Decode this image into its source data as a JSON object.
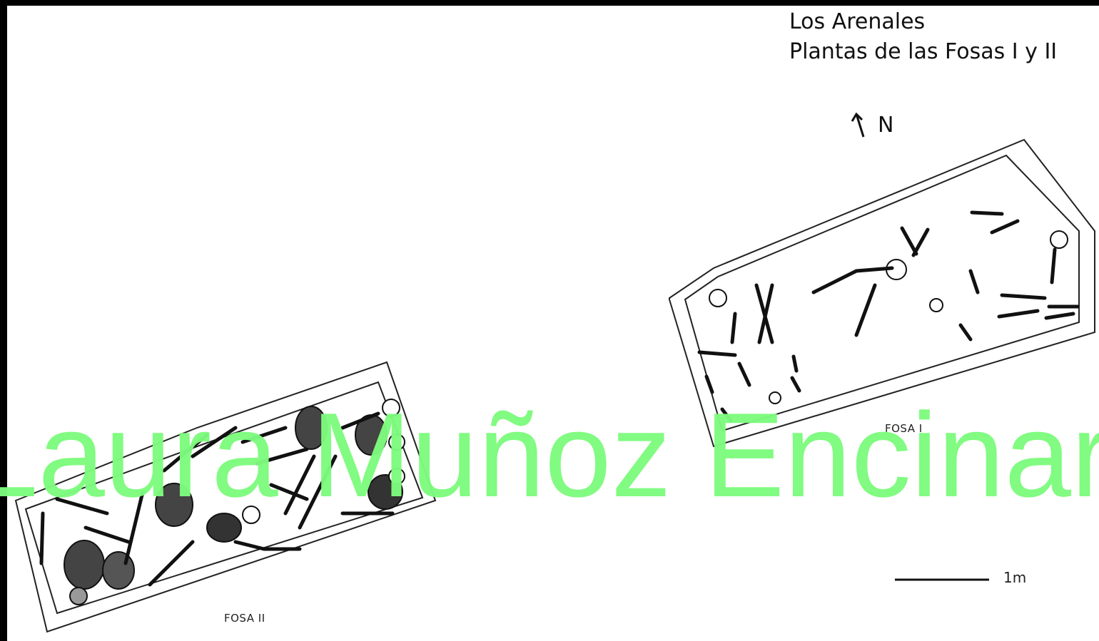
{
  "title": {
    "line1": "Los Arenales",
    "line2": "Plantas de las Fosas I y II"
  },
  "north_arrow": {
    "label": "N",
    "icon": "north-arrow-icon"
  },
  "pits": [
    {
      "label": "FOSA I"
    },
    {
      "label": "FOSA II"
    }
  ],
  "scale_bar": {
    "label": "1m"
  },
  "watermark": "Laura Muñoz Encinar",
  "colors": {
    "watermark": "#7dfb7d",
    "ink": "#111111",
    "frame": "#000000"
  }
}
